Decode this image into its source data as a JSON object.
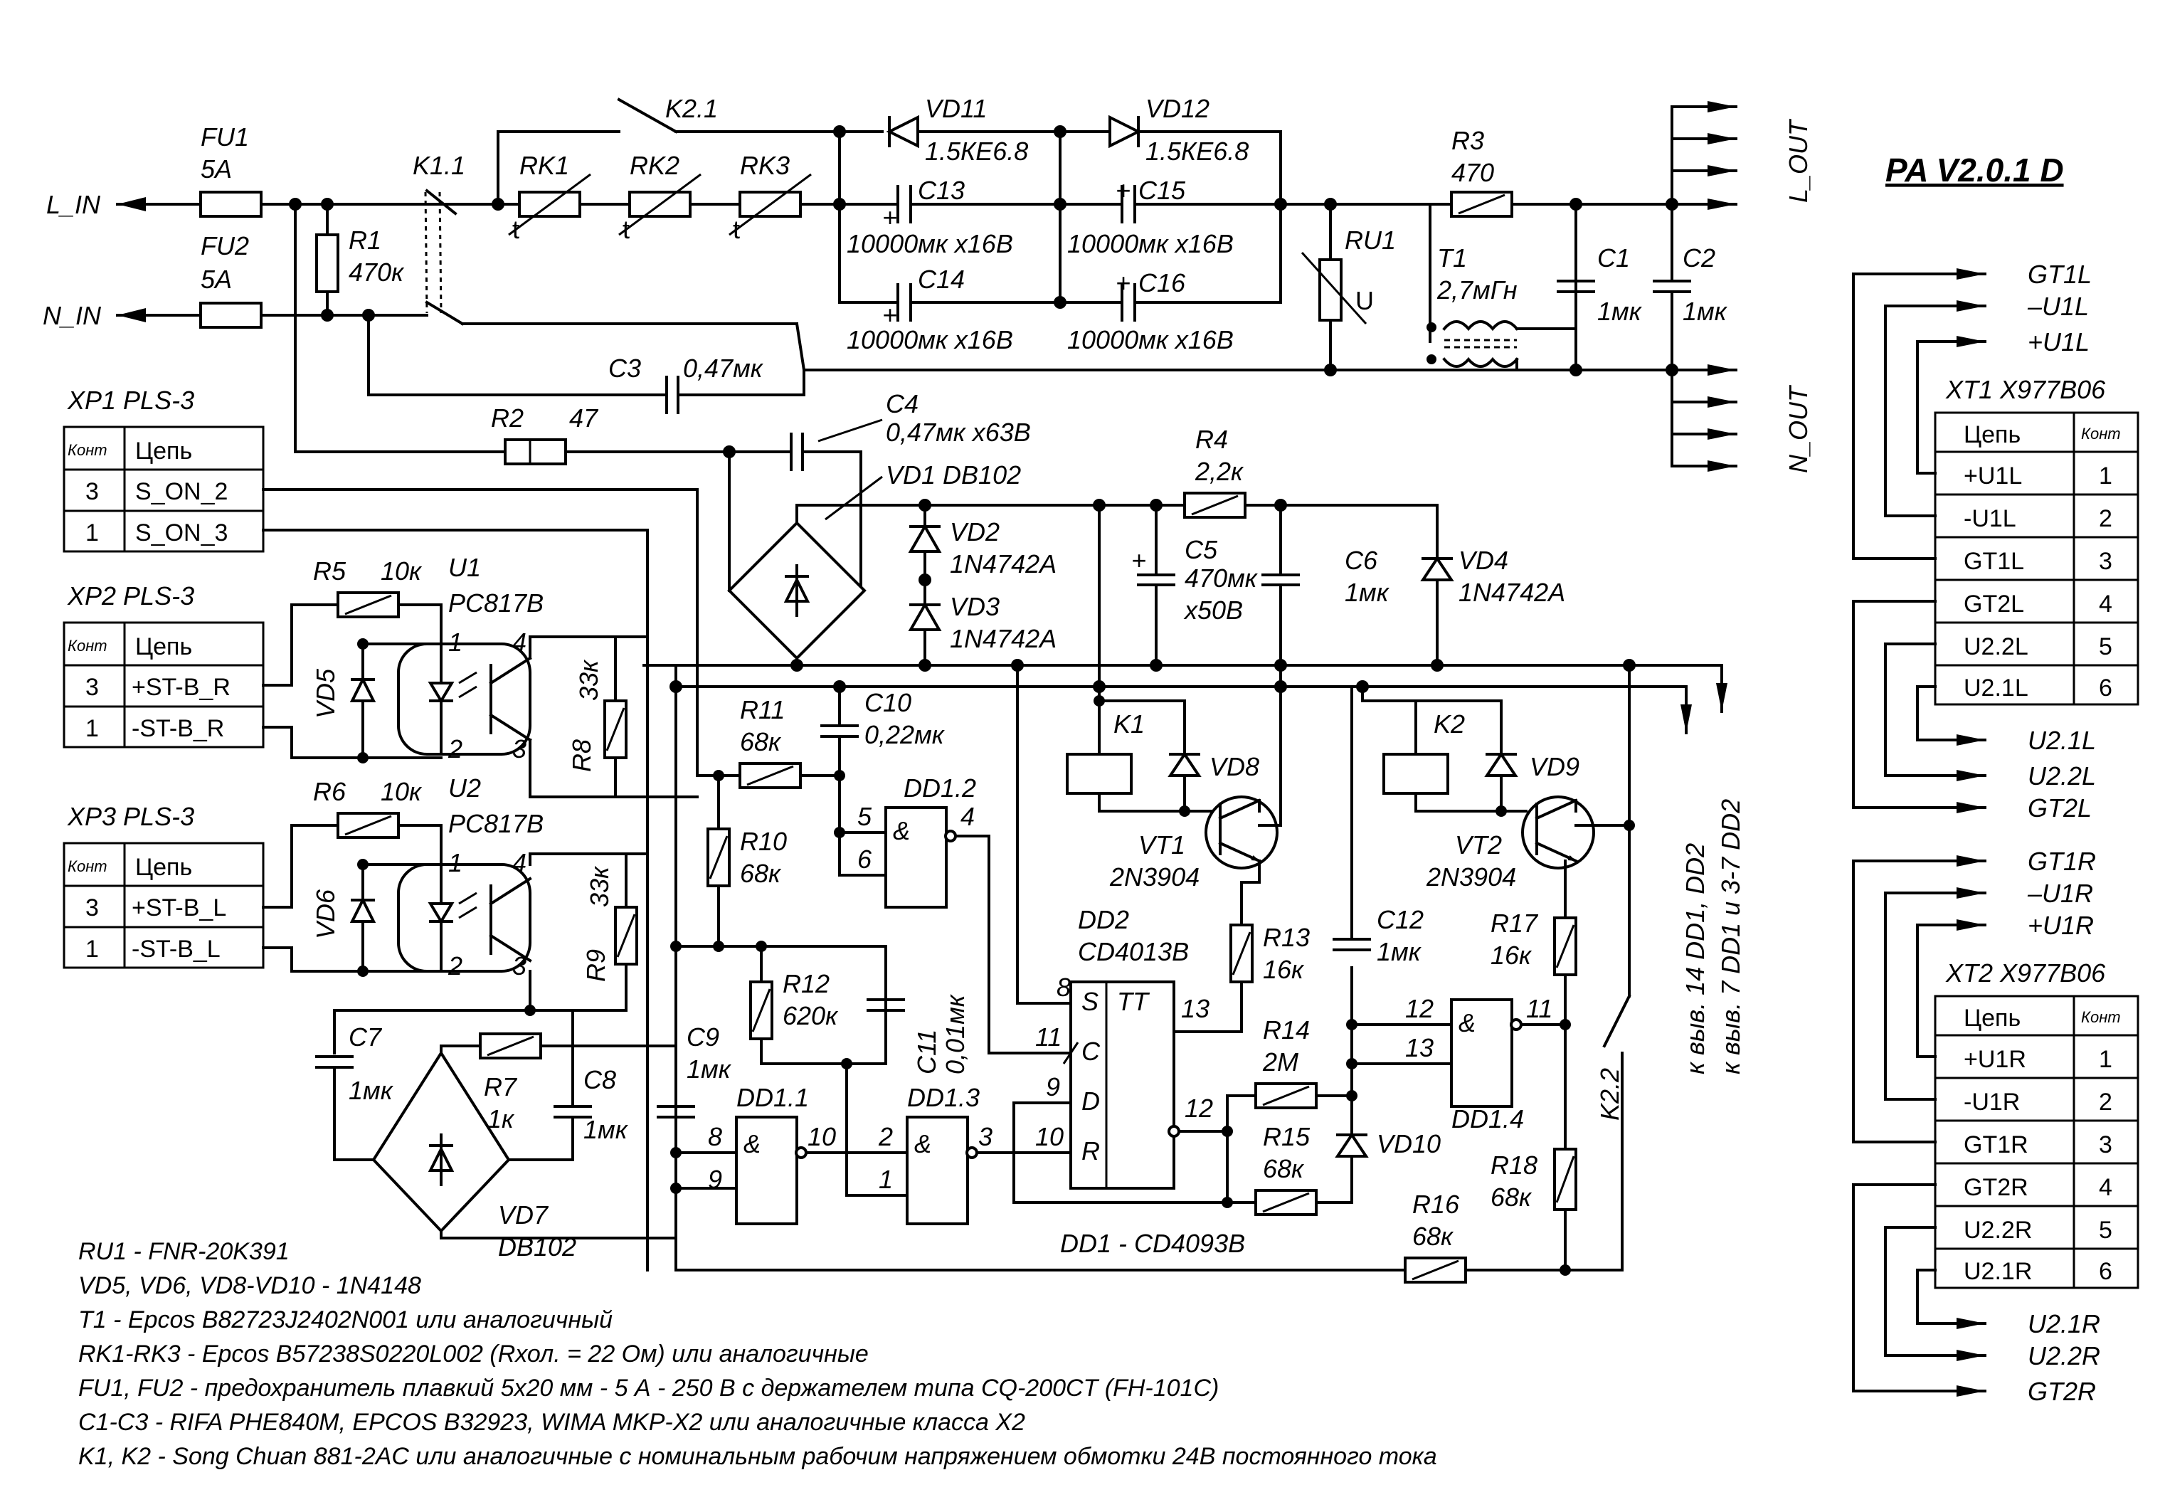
{
  "title": "PA  V2.0.1 D",
  "inputs": {
    "l_in": "L_IN",
    "n_in": "N_IN"
  },
  "outputs": {
    "l_out": "L_OUT",
    "n_out": "N_OUT"
  },
  "components": {
    "fu1": {
      "ref": "FU1",
      "value": "5A"
    },
    "fu2": {
      "ref": "FU2",
      "value": "5A"
    },
    "r1": {
      "ref": "R1",
      "value": "470к"
    },
    "k11": {
      "ref": "K1.1"
    },
    "k21": {
      "ref": "K2.1"
    },
    "k22": {
      "ref": "K2.2"
    },
    "rk1": {
      "ref": "RK1",
      "t": "t"
    },
    "rk2": {
      "ref": "RK2",
      "t": "t"
    },
    "rk3": {
      "ref": "RK3",
      "t": "t"
    },
    "vd11": {
      "ref": "VD11",
      "value": "1.5КЕ6.8"
    },
    "vd12": {
      "ref": "VD12",
      "value": "1.5КЕ6.8"
    },
    "c13": {
      "ref": "C13",
      "value": "10000мк х16В"
    },
    "c14": {
      "ref": "C14",
      "value": "10000мк х16В"
    },
    "c15": {
      "ref": "C15",
      "value": "10000мк х16В"
    },
    "c16": {
      "ref": "C16",
      "value": "10000мк х16В"
    },
    "r3": {
      "ref": "R3",
      "value": "470"
    },
    "ru1": {
      "ref": "RU1",
      "u": "U"
    },
    "t1": {
      "ref": "T1",
      "value": "2,7мГн"
    },
    "c1": {
      "ref": "C1",
      "value": "1мк"
    },
    "c2": {
      "ref": "C2",
      "value": "1мк"
    },
    "c3": {
      "ref": "C3",
      "value": "0,47мк"
    },
    "r2": {
      "ref": "R2",
      "value": "47"
    },
    "c4": {
      "ref": "C4",
      "value": "0,47мк х63В"
    },
    "vd1": {
      "ref": "VD1  DB102"
    },
    "vd2": {
      "ref": "VD2",
      "value": "1N4742A"
    },
    "vd3": {
      "ref": "VD3",
      "value": "1N4742A"
    },
    "r4": {
      "ref": "R4",
      "value": "2,2к"
    },
    "c5": {
      "ref": "C5",
      "value": "470мк",
      "value2": "х50В",
      "plus": "+"
    },
    "c6": {
      "ref": "C6",
      "value": "1мк"
    },
    "vd4": {
      "ref": "VD4",
      "value": "1N4742A"
    },
    "r5": {
      "ref": "R5",
      "value": "10к"
    },
    "r6": {
      "ref": "R6",
      "value": "10к"
    },
    "u1": {
      "ref": "U1",
      "value": "PC817B"
    },
    "u2": {
      "ref": "U2",
      "value": "PC817B"
    },
    "vd5": {
      "ref": "VD5"
    },
    "vd6": {
      "ref": "VD6"
    },
    "r8": {
      "ref": "R8",
      "value": "33к"
    },
    "r9": {
      "ref": "R9",
      "value": "33к"
    },
    "r11": {
      "ref": "R11",
      "value": "68к"
    },
    "c10": {
      "ref": "C10",
      "value": "0,22мк"
    },
    "r10": {
      "ref": "R10",
      "value": "68к"
    },
    "r12": {
      "ref": "R12",
      "value": "620к"
    },
    "c11": {
      "ref": "C11",
      "value": "0,01мк"
    },
    "dd12": {
      "ref": "DD1.2"
    },
    "dd11": {
      "ref": "DD1.1"
    },
    "dd13": {
      "ref": "DD1.3"
    },
    "dd14": {
      "ref": "DD1.4"
    },
    "dd2": {
      "ref": "DD2",
      "value": "CD4013B",
      "tt": "TT"
    },
    "k1": {
      "ref": "K1"
    },
    "k2": {
      "ref": "K2"
    },
    "vd8": {
      "ref": "VD8"
    },
    "vd9": {
      "ref": "VD9"
    },
    "vd10": {
      "ref": "VD10"
    },
    "vt1": {
      "ref": "VT1",
      "value": "2N3904"
    },
    "vt2": {
      "ref": "VT2",
      "value": "2N3904"
    },
    "r13": {
      "ref": "R13",
      "value": "16к"
    },
    "r17": {
      "ref": "R17",
      "value": "16к"
    },
    "c12": {
      "ref": "C12",
      "value": "1мк"
    },
    "r14": {
      "ref": "R14",
      "value": "2М"
    },
    "r15": {
      "ref": "R15",
      "value": "68к"
    },
    "r16": {
      "ref": "R16",
      "value": "68к"
    },
    "r18": {
      "ref": "R18",
      "value": "68к"
    },
    "c7": {
      "ref": "C7",
      "value": "1мк"
    },
    "r7": {
      "ref": "R7",
      "value": "1к"
    },
    "c8": {
      "ref": "C8",
      "value": "1мк"
    },
    "c9": {
      "ref": "C9",
      "value": "1мк"
    },
    "vd7": {
      "ref": "VD7",
      "value": "DB102"
    },
    "dd1": {
      "label": "DD1 - CD4093B"
    }
  },
  "pins": {
    "u1": [
      "1",
      "2",
      "3",
      "4"
    ],
    "u2": [
      "1",
      "2",
      "3",
      "4"
    ],
    "dd12": [
      "5",
      "6",
      "4"
    ],
    "dd11": [
      "8",
      "9",
      "10"
    ],
    "dd13": [
      "2",
      "1",
      "3"
    ],
    "dd14": [
      "12",
      "13",
      "11"
    ],
    "dd2": [
      "8",
      "11",
      "9",
      "10",
      "13",
      "12"
    ],
    "dd2_pins": [
      "S",
      "C",
      "D",
      "R"
    ],
    "gate_symbol": "&"
  },
  "power_notes": {
    "vdd": "к выв. 14 DD1, DD2",
    "vss": "к выв. 7 DD1 и 3-7 DD2"
  },
  "xp_tables": [
    {
      "name": "XP1  PLS-3",
      "head_pin": "Конт",
      "head_net": "Цепь",
      "rows": [
        {
          "pin": "3",
          "net": "S_ON_2"
        },
        {
          "pin": "1",
          "net": "S_ON_3"
        }
      ]
    },
    {
      "name": "XP2  PLS-3",
      "head_pin": "Конт",
      "head_net": "Цепь",
      "rows": [
        {
          "pin": "3",
          "net": "+ST-B_R"
        },
        {
          "pin": "1",
          "net": "-ST-B_R"
        }
      ]
    },
    {
      "name": "XP3  PLS-3",
      "head_pin": "Конт",
      "head_net": "Цепь",
      "rows": [
        {
          "pin": "3",
          "net": "+ST-B_L"
        },
        {
          "pin": "1",
          "net": "-ST-B_L"
        }
      ]
    }
  ],
  "xt_tables": [
    {
      "name": "XT1  X977B06",
      "head_net": "Цепь",
      "head_pin": "Конт",
      "rows": [
        {
          "net": "+U1L",
          "pin": "1"
        },
        {
          "net": "-U1L",
          "pin": "2"
        },
        {
          "net": "GT1L",
          "pin": "3"
        },
        {
          "net": "GT2L",
          "pin": "4"
        },
        {
          "net": "U2.2L",
          "pin": "5"
        },
        {
          "net": "U2.1L",
          "pin": "6"
        }
      ],
      "arrows_top": [
        "GT1L",
        "–U1L",
        "+U1L"
      ],
      "arrows_bottom": [
        "U2.1L",
        "U2.2L",
        "GT2L"
      ]
    },
    {
      "name": "XT2  X977B06",
      "head_net": "Цепь",
      "head_pin": "Конт",
      "rows": [
        {
          "net": "+U1R",
          "pin": "1"
        },
        {
          "net": "-U1R",
          "pin": "2"
        },
        {
          "net": "GT1R",
          "pin": "3"
        },
        {
          "net": "GT2R",
          "pin": "4"
        },
        {
          "net": "U2.2R",
          "pin": "5"
        },
        {
          "net": "U2.1R",
          "pin": "6"
        }
      ],
      "arrows_top": [
        "GT1R",
        "–U1R",
        "+U1R"
      ],
      "arrows_bottom": [
        "U2.1R",
        "U2.2R",
        "GT2R"
      ]
    }
  ],
  "notes": [
    "RU1 - FNR-20K391",
    "VD5, VD6, VD8-VD10 - 1N4148",
    "T1 - Epcos B82723J2402N001 или аналогичный",
    "RK1-RK3 - Epcos B57238S0220L002 (Rхол. = 22 Ом) или аналогичные",
    "FU1, FU2 - предохранитель плавкий 5х20 мм - 5 А - 250 В с держателем типа CQ-200CT (FH-101C)",
    "C1-C3 - RIFA PHE840M, EPCOS B32923, WIMA MKP-X2 или аналогичные класса X2",
    "K1, K2 - Song Chuan 881-2AC или аналогичные с номинальным рабочим напряжением обмотки 24В постоянного тока"
  ]
}
